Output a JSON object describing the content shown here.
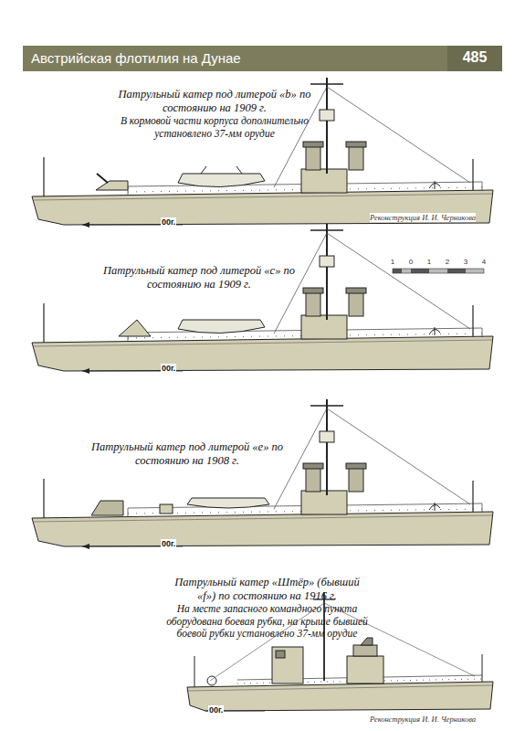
{
  "diagram": {
    "title": "Австрийская флотилия на Дунае",
    "labels": [
      "485",
      "Патрульный катер под литерой «b» по состоянию на 1909 г.",
      "В кормовой части корпуса дополнительно установлено 37-мм орудие",
      "00г.",
      "Реконструкция И. И. Черникова",
      "Патрульный катер под литерой «c» по состоянию на 1909 г.",
      "1",
      "0",
      "1",
      "2",
      "3",
      "4",
      "00г.",
      "Патрульный катер под литерой «e» по состоянию на 1908 г.",
      "00г.",
      "Патрульный катер «Штёр» (бывший «f») по состоянию на 1916 г.",
      "На месте запасного командного пункта оборудована боевая рубка, на крыше бывшей боевой рубки установлено 37-мм орудие",
      "00г.",
      "Реконструкция И. И. Черникова"
    ]
  }
}
